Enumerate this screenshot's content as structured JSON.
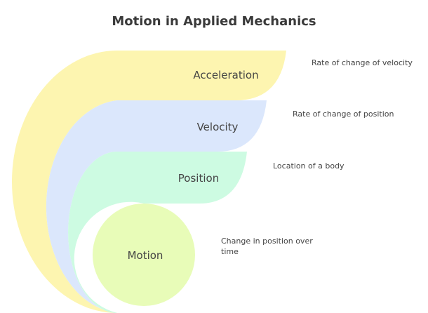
{
  "title": "Motion in Applied Mechanics",
  "layers": [
    {
      "label": "Acceleration",
      "description": "Rate of change of velocity",
      "color": "#fdf5b0"
    },
    {
      "label": "Velocity",
      "description": "Rate of change of position",
      "color": "#dbe7fc"
    },
    {
      "label": "Position",
      "description": "Location of a body",
      "color": "#cdfbe2"
    },
    {
      "label": "Motion",
      "description_lines": [
        "Change in position over",
        "time"
      ],
      "color": "#e8fcb8"
    }
  ]
}
